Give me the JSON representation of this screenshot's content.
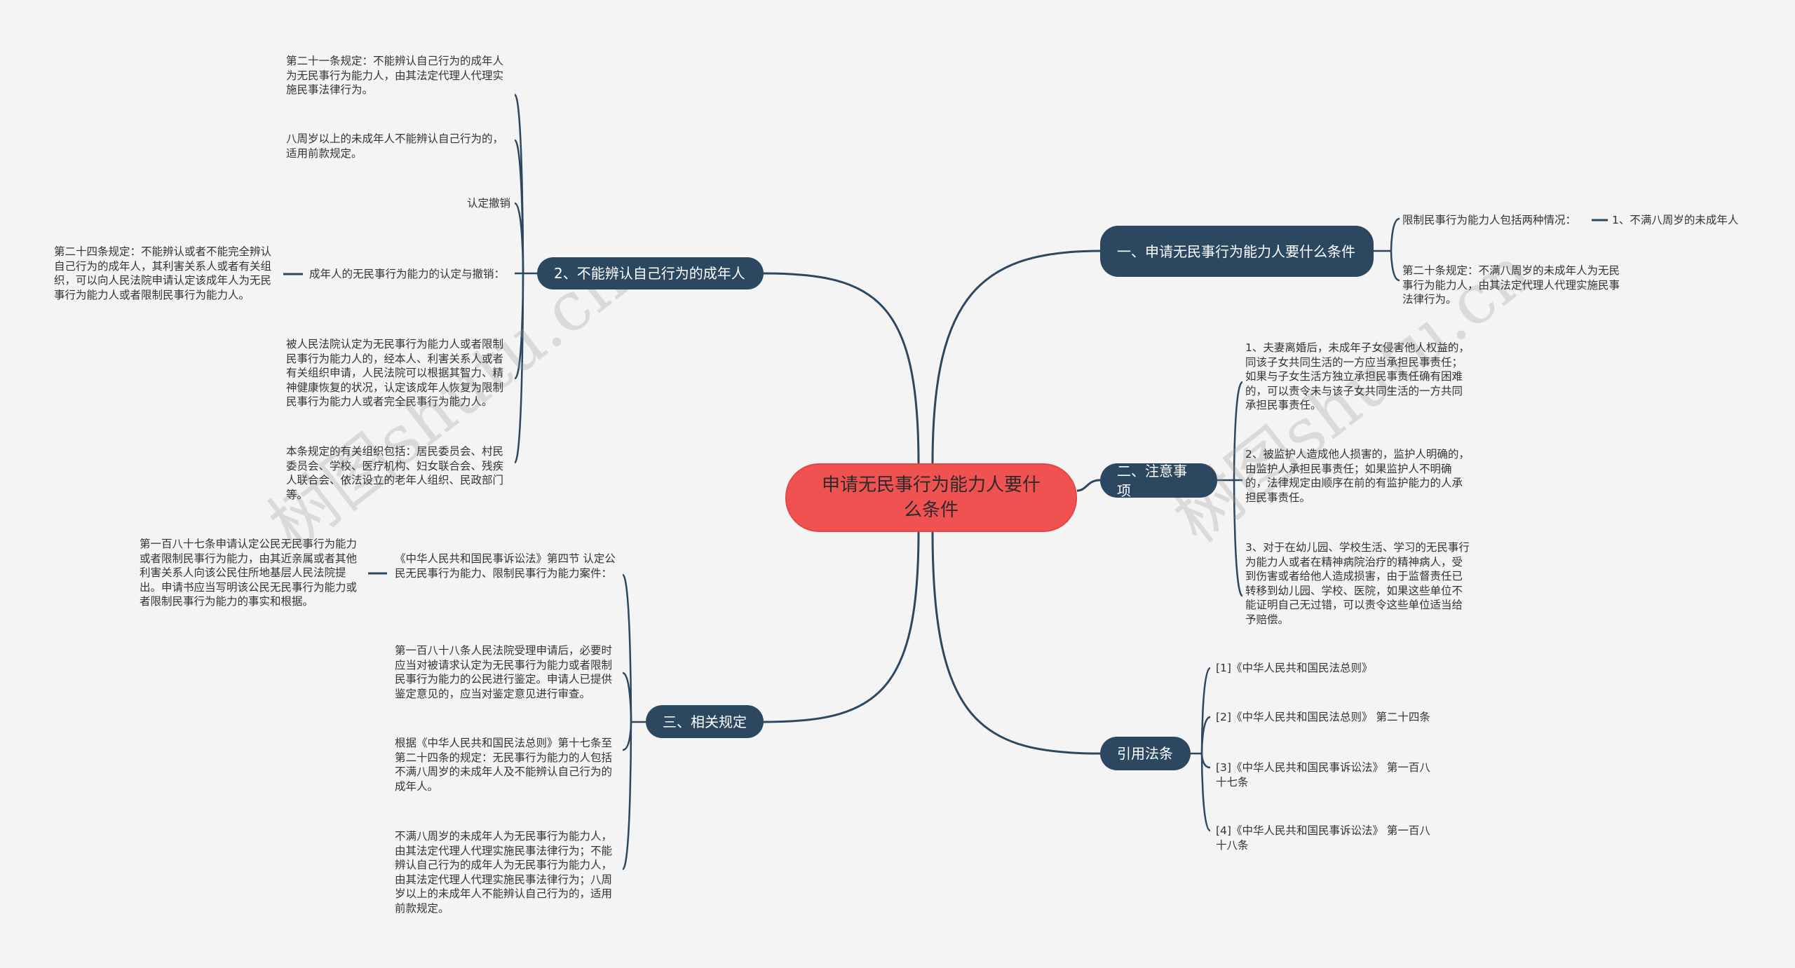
{
  "center": "申请无民事行为能力人要什么条件",
  "branches": {
    "b1": {
      "title": "一、申请无民事行为能力人要什么条件",
      "leaf1": "限制民事行为能力人包括两种情况：",
      "leaf1_child": "1、不满八周岁的未成年人",
      "leaf2": "第二十条规定：不满八周岁的未成年人为无民事行为能力人，由其法定代理人代理实施民事法律行为。"
    },
    "b2": {
      "title": "2、不能辨认自己行为的成年人",
      "leaf1": "第二十一条规定：不能辨认自己行为的成年人为无民事行为能力人，由其法定代理人代理实施民事法律行为。",
      "leaf2": "八周岁以上的未成年人不能辨认自己行为的，适用前款规定。",
      "leaf3": "认定撤销",
      "leaf4": "成年人的无民事行为能力的认定与撤销：",
      "leaf4_child": "第二十四条规定：不能辨认或者不能完全辨认自己行为的成年人，其利害关系人或者有关组织，可以向人民法院申请认定该成年人为无民事行为能力人或者限制民事行为能力人。",
      "leaf5": "被人民法院认定为无民事行为能力人或者限制民事行为能力人的，经本人、利害关系人或者有关组织申请，人民法院可以根据其智力、精神健康恢复的状况，认定该成年人恢复为限制民事行为能力人或者完全民事行为能力人。",
      "leaf6": "本条规定的有关组织包括：居民委员会、村民委员会、学校、医疗机构、妇女联合会、残疾人联合会、依法设立的老年人组织、民政部门等。"
    },
    "b3": {
      "title": "二、注意事项",
      "leaf1": "1、夫妻离婚后，未成年子女侵害他人权益的，同该子女共同生活的一方应当承担民事责任；如果与子女生活方独立承担民事责任确有困难的，可以责令未与该子女共同生活的一方共同承担民事责任。",
      "leaf2": "2、被监护人造成他人损害的，监护人明确的，由监护人承担民事责任；如果监护人不明确的，法律规定由顺序在前的有监护能力的人承担民事责任。",
      "leaf3": "3、对于在幼儿园、学校生活、学习的无民事行为能力人或者在精神病院治疗的精神病人，受到伤害或者给他人造成损害，由于监督责任已转移到幼儿园、学校、医院，如果这些单位不能证明自己无过错，可以责令这些单位适当给予赔偿。"
    },
    "b4": {
      "title": "三、相关规定",
      "leaf1": "《中华人民共和国民事诉讼法》第四节 认定公民无民事行为能力、限制民事行为能力案件：",
      "leaf1_child": "第一百八十七条申请认定公民无民事行为能力或者限制民事行为能力，由其近亲属或者其他利害关系人向该公民住所地基层人民法院提出。申请书应当写明该公民无民事行为能力或者限制民事行为能力的事实和根据。",
      "leaf2": "第一百八十八条人民法院受理申请后，必要时应当对被请求认定为无民事行为能力或者限制民事行为能力的公民进行鉴定。申请人已提供鉴定意见的，应当对鉴定意见进行审查。",
      "leaf3": "根据《中华人民共和国民法总则》第十七条至第二十四条的规定：无民事行为能力的人包括不满八周岁的未成年人及不能辨认自己行为的成年人。",
      "leaf4": "不满八周岁的未成年人为无民事行为能力人，由其法定代理人代理实施民事法律行为；不能辨认自己行为的成年人为无民事行为能力人，由其法定代理人代理实施民事法律行为；八周岁以上的未成年人不能辨认自己行为的，适用前款规定。"
    },
    "b5": {
      "title": "引用法条",
      "leaf1": "[1]《中华人民共和国民法总则》",
      "leaf2": "[2]《中华人民共和国民法总则》 第二十四条",
      "leaf3": "[3]《中华人民共和国民事诉讼法》 第一百八十七条",
      "leaf4": "[4]《中华人民共和国民事诉讼法》 第一百八十八条"
    }
  },
  "watermark": "树图shutu.cn",
  "colors": {
    "node": "#2c4760",
    "center": "#f05252",
    "line": "#2c4760",
    "background": "#f4f4f4"
  }
}
